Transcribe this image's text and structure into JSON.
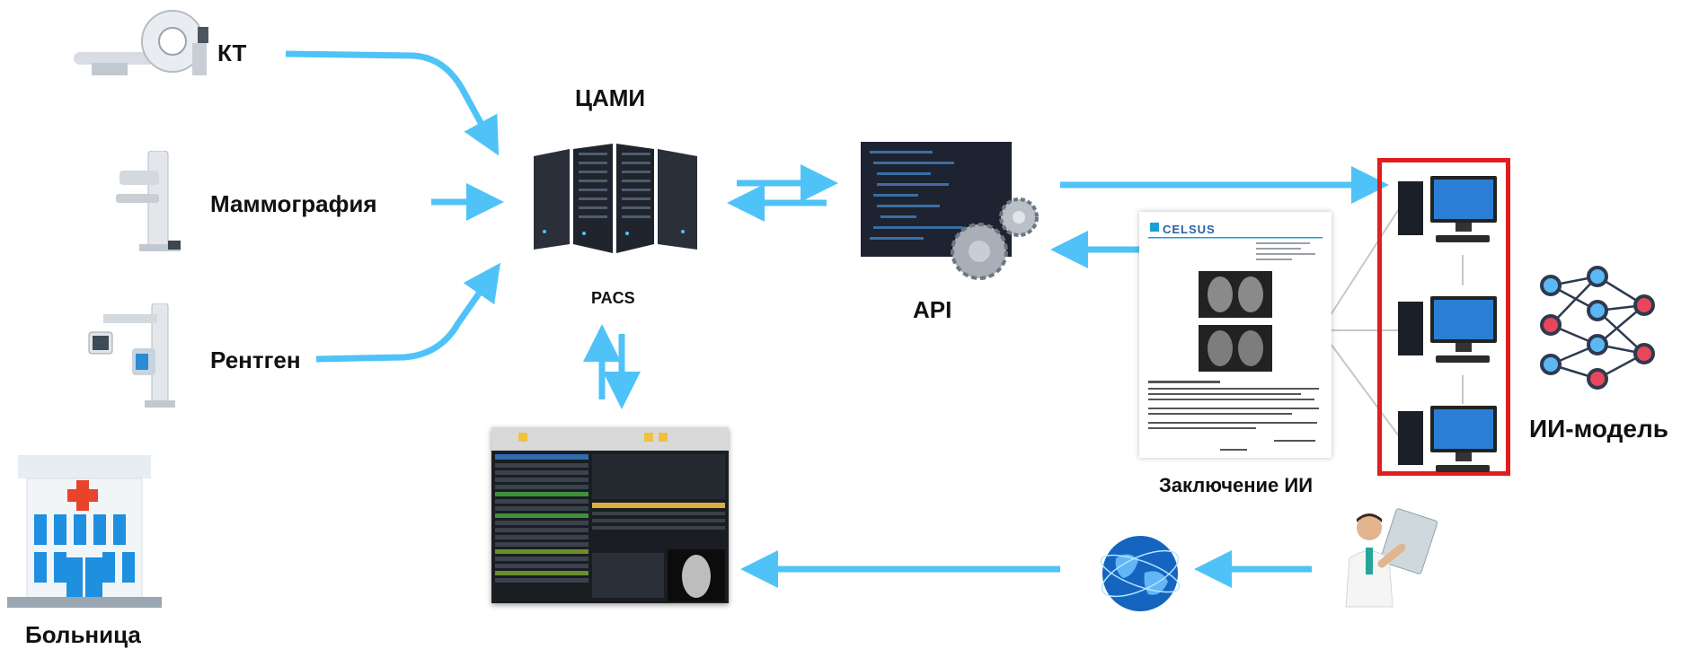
{
  "colors": {
    "arrow": "#4fc3f7",
    "accent_red": "#e11d1d",
    "server": "#2a2f3a",
    "doc_blue": "#1aa0d8"
  },
  "labels": {
    "kt": "КТ",
    "mammography": "Маммография",
    "xray": "Рентген",
    "hospital": "Больница",
    "cami": "ЦАМИ",
    "pacs": "PACS",
    "api": "API",
    "ai_conclusion": "Заключение ИИ",
    "ai_model": "ИИ-модель",
    "celsus": "CELSUS"
  },
  "icons": [
    "ct-scanner-icon",
    "mammography-machine-icon",
    "xray-machine-icon",
    "hospital-icon",
    "server-rack-icon",
    "code-gear-icon",
    "report-document-icon",
    "computer-workstation-icon",
    "neural-network-icon",
    "pacs-viewer-icon",
    "globe-icon",
    "doctor-icon"
  ]
}
